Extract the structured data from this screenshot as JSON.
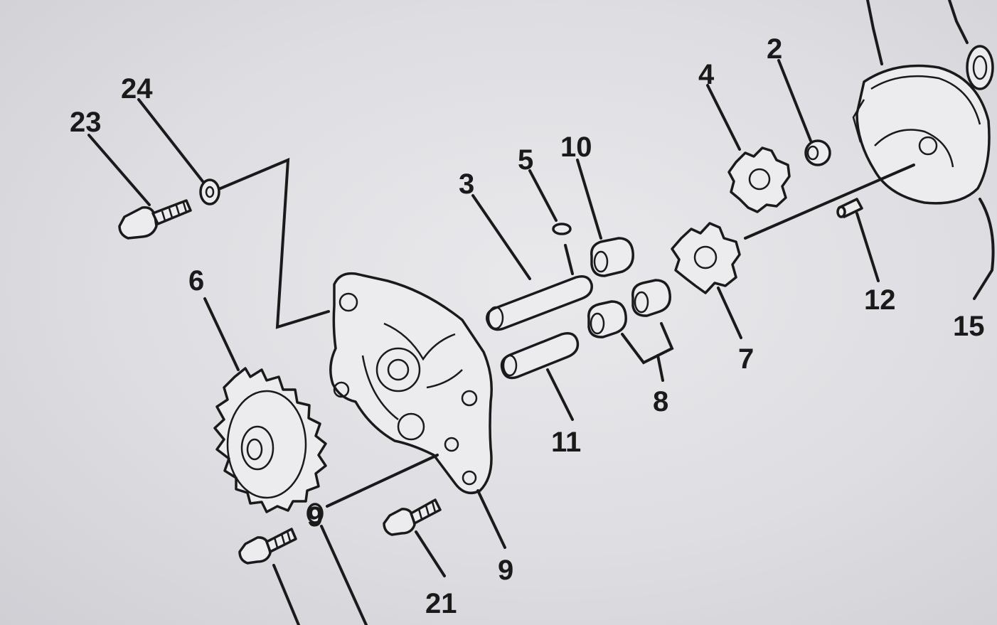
{
  "callouts": {
    "c2": "2",
    "c3": "3",
    "c4": "4",
    "c5": "5",
    "c6": "6",
    "c7": "7",
    "c8": "8",
    "c9": "9",
    "c9b": "9",
    "c10": "10",
    "c11": "11",
    "c12": "12",
    "c15": "15",
    "c21": "21",
    "c23": "23",
    "c24": "24"
  }
}
